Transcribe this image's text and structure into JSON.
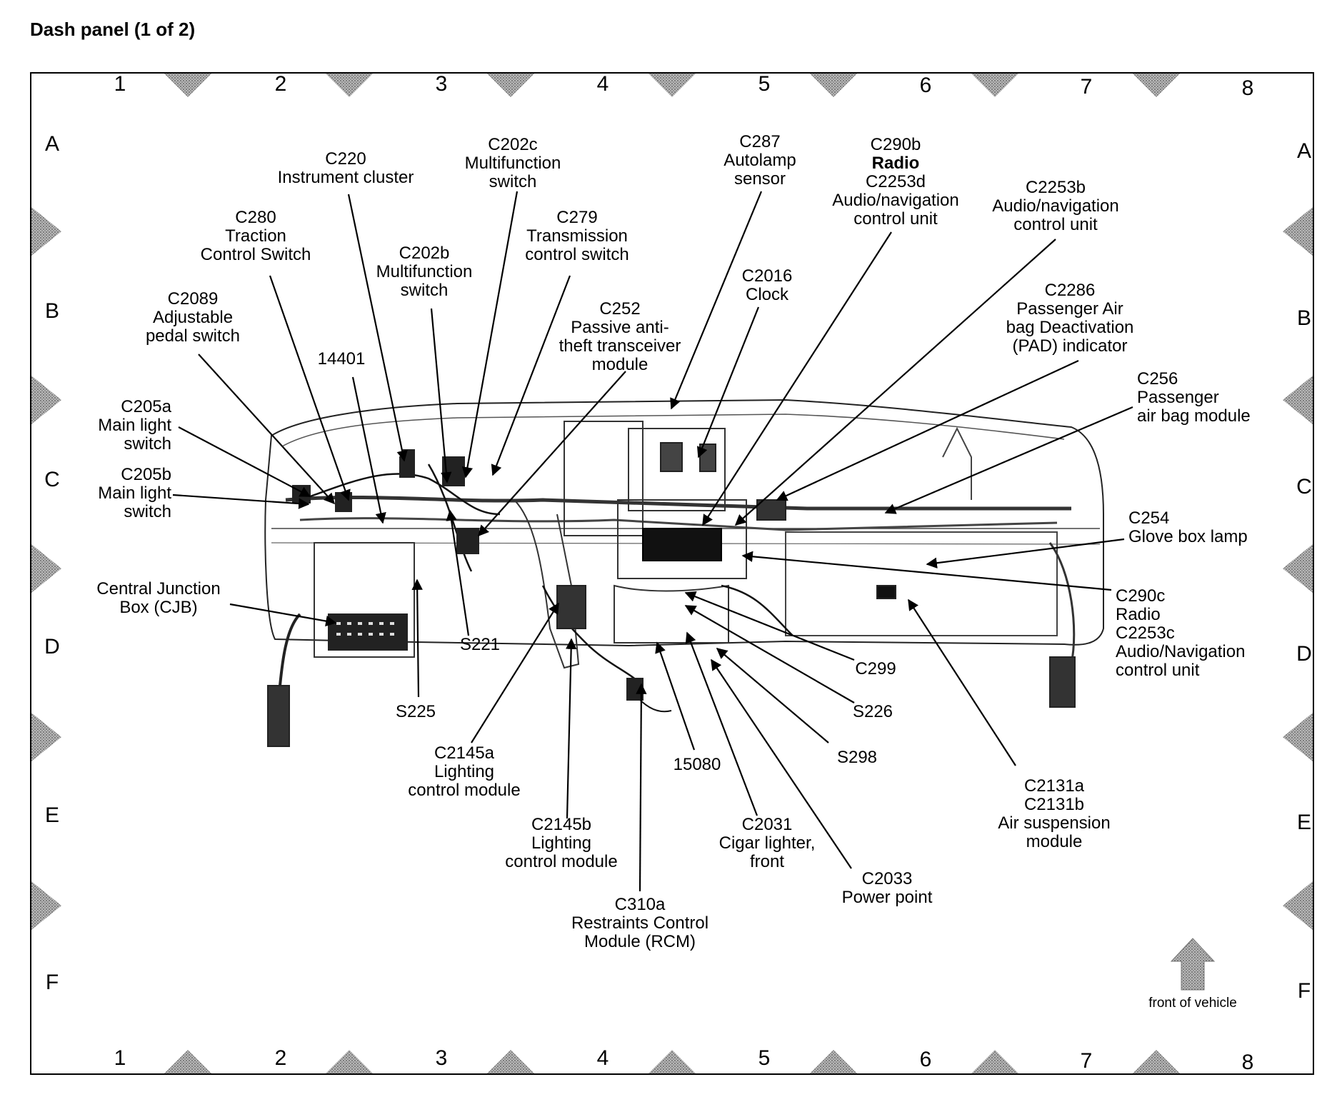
{
  "title": "Dash panel (1 of 2)",
  "grid": {
    "columns": [
      "1",
      "2",
      "3",
      "4",
      "5",
      "6",
      "7",
      "8"
    ],
    "rows": [
      "A",
      "B",
      "C",
      "D",
      "E",
      "F"
    ]
  },
  "front_label": "front of vehicle",
  "labels": {
    "c220": [
      "C220",
      "Instrument cluster"
    ],
    "c202c": [
      "C202c",
      "Multifunction",
      "switch"
    ],
    "c287": [
      "C287",
      "Autolamp",
      "sensor"
    ],
    "c290b": [
      "C290b",
      "Radio",
      "C2253d",
      "Audio/navigation",
      "control unit"
    ],
    "c2253b": [
      "C2253b",
      "Audio/navigation",
      "control unit"
    ],
    "c280": [
      "C280",
      "Traction",
      "Control Switch"
    ],
    "c279": [
      "C279",
      "Transmission",
      "control switch"
    ],
    "c202b": [
      "C202b",
      "Multifunction",
      "switch"
    ],
    "c2016": [
      "C2016",
      "Clock"
    ],
    "c2089": [
      "C2089",
      "Adjustable",
      "pedal switch"
    ],
    "c252": [
      "C252",
      "Passive anti-",
      "theft transceiver",
      "module"
    ],
    "c2286": [
      "C2286",
      "Passenger Air",
      "bag Deactivation",
      "(PAD) indicator"
    ],
    "n14401": [
      "14401"
    ],
    "c205a": [
      "C205a",
      "Main light",
      "switch"
    ],
    "c256": [
      "C256",
      "Passenger",
      "air bag module"
    ],
    "c205b": [
      "C205b",
      "Main light",
      "switch"
    ],
    "c254": [
      "C254",
      "Glove box lamp"
    ],
    "cjb": [
      "Central Junction",
      "Box (CJB)"
    ],
    "c290c": [
      "C290c",
      "Radio",
      "C2253c",
      "Audio/Navigation",
      "control unit"
    ],
    "s221": [
      "S221"
    ],
    "c299": [
      "C299"
    ],
    "s225": [
      "S225"
    ],
    "s226": [
      "S226"
    ],
    "c2145a": [
      "C2145a",
      "Lighting",
      "control module"
    ],
    "s298": [
      "S298"
    ],
    "n15080": [
      "15080"
    ],
    "c2131": [
      "C2131a",
      "C2131b",
      "Air suspension",
      "module"
    ],
    "c2145b": [
      "C2145b",
      "Lighting",
      "control module"
    ],
    "c2031": [
      "C2031",
      "Cigar lighter,",
      "front"
    ],
    "c2033": [
      "C2033",
      "Power point"
    ],
    "c310a": [
      "C310a",
      "Restraints Control",
      "Module (RCM)"
    ]
  }
}
